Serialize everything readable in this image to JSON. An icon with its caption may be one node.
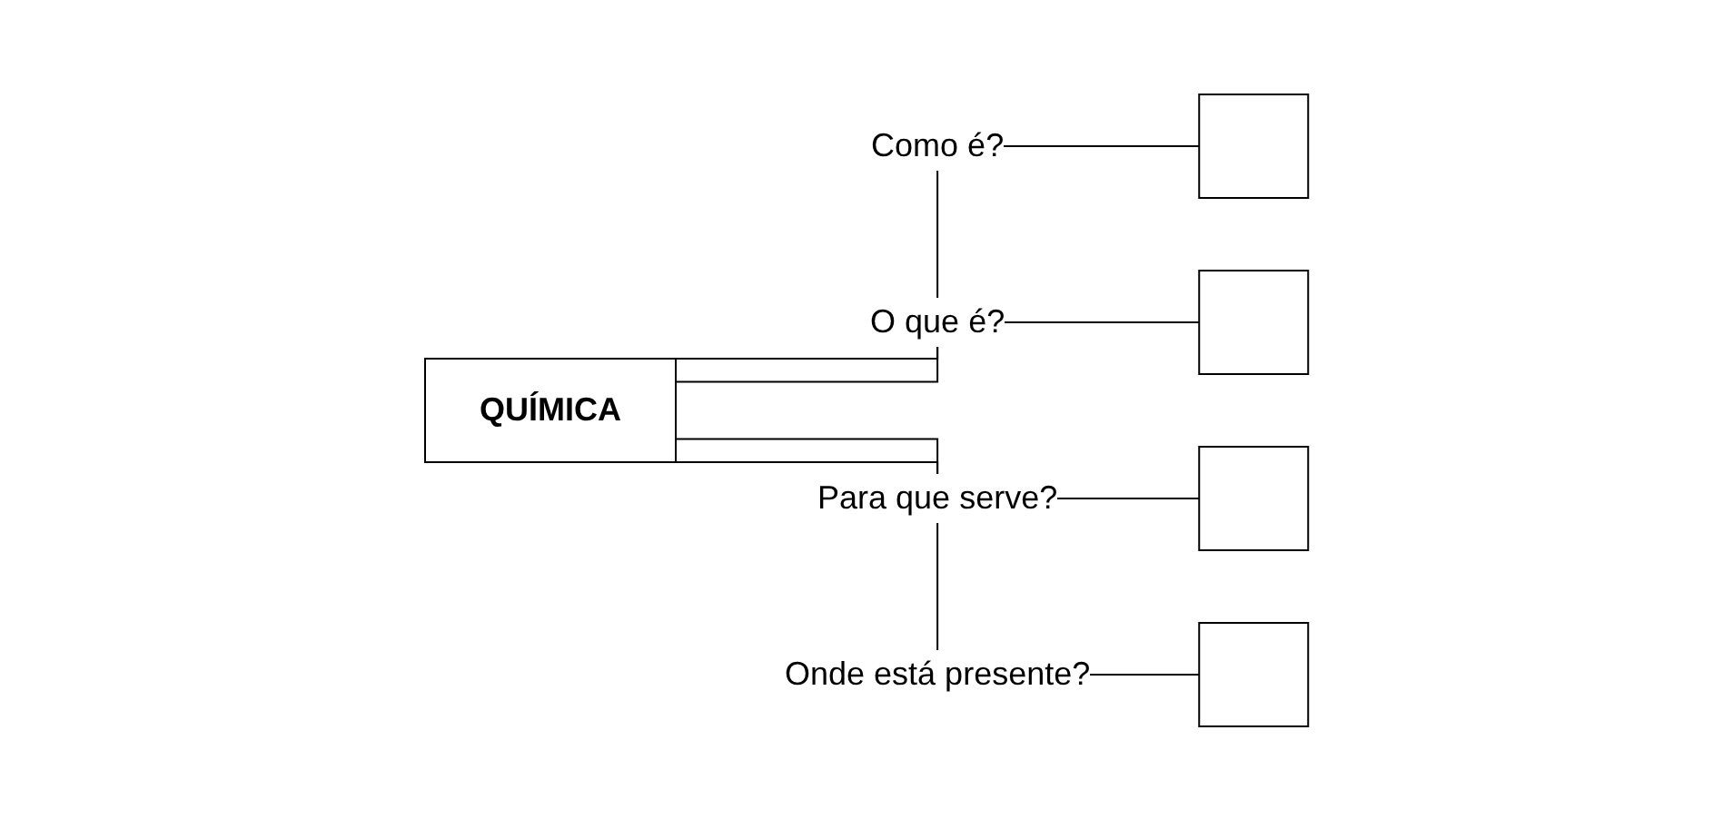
{
  "diagram": {
    "nodes": [
      {
        "text": [],
        "shape": "box"
      },
      {
        "text": [
          "QUÍMICA"
        ]
      },
      {
        "text": [],
        "shape": "box"
      },
      {
        "text": [],
        "shape": "box"
      },
      {
        "text": [],
        "shape": "box"
      }
    ],
    "edges": [
      {
        "from": 1,
        "to": 0,
        "arrow": "none",
        "label": "Como é?"
      },
      {
        "from": 1,
        "to": 2,
        "arrow": "none",
        "label": "O que é?"
      },
      {
        "from": 1,
        "to": 3,
        "arrow": "none",
        "label": "Para que serve?"
      },
      {
        "from": 1,
        "to": 4,
        "arrow": "none",
        "label": "Onde está presente?"
      }
    ]
  }
}
